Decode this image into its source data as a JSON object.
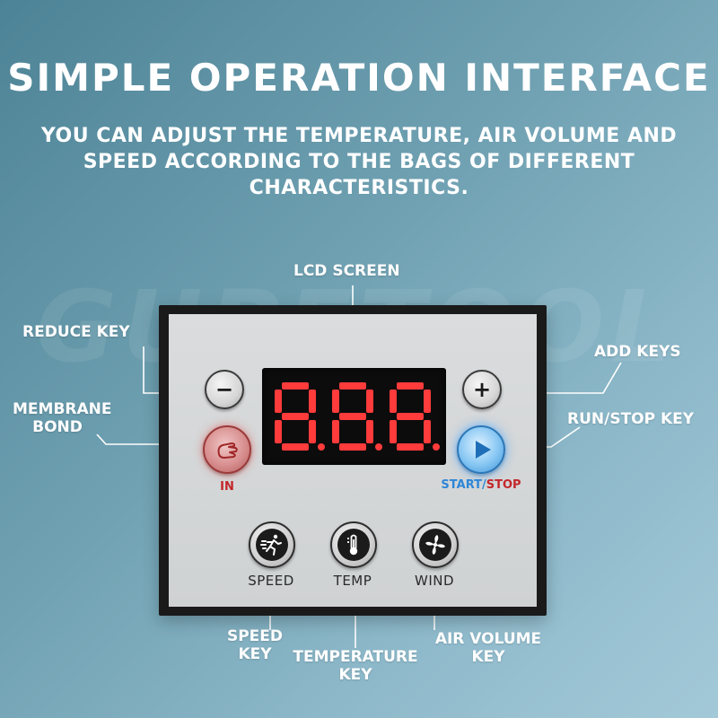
{
  "header": {
    "title": "SIMPLE OPERATION INTERFACE",
    "subtitle_lines": [
      "YOU CAN ADJUST THE TEMPERATURE, AIR VOLUME AND",
      "SPEED ACCORDING TO THE BAGS OF DIFFERENT",
      "CHARACTERISTICS."
    ]
  },
  "watermark": "GUPETOOL",
  "callouts": {
    "lcd_screen": "LCD SCREEN",
    "reduce_key": "REDUCE KEY",
    "add_keys": "ADD KEYS",
    "membrane_bond": [
      "MEMBRANE",
      "BOND"
    ],
    "run_stop_key": "RUN/STOP KEY",
    "speed_key": [
      "SPEED",
      "KEY"
    ],
    "temperature_key": [
      "TEMPERATURE",
      "KEY"
    ],
    "air_volume_key": [
      "AIR VOLUME",
      "KEY"
    ]
  },
  "panel": {
    "minus_glyph": "−",
    "plus_glyph": "+",
    "in_label": "IN",
    "start_label": "START",
    "slash": "/",
    "stop_label": "STOP",
    "speed_label": "SPEED",
    "temp_label": "TEMP",
    "wind_label": "WIND",
    "display_digits": "888"
  },
  "colors": {
    "segment_on": "#ff3b3b",
    "segment_dim": "#3a1313",
    "in_red": "#c3262a",
    "start_blue": "#2e86d6"
  },
  "icons": {
    "in_key": "hand-icon",
    "run_key": "play-icon",
    "speed_key": "running-person-icon",
    "temp_key": "thermometer-icon",
    "wind_key": "fan-icon"
  }
}
